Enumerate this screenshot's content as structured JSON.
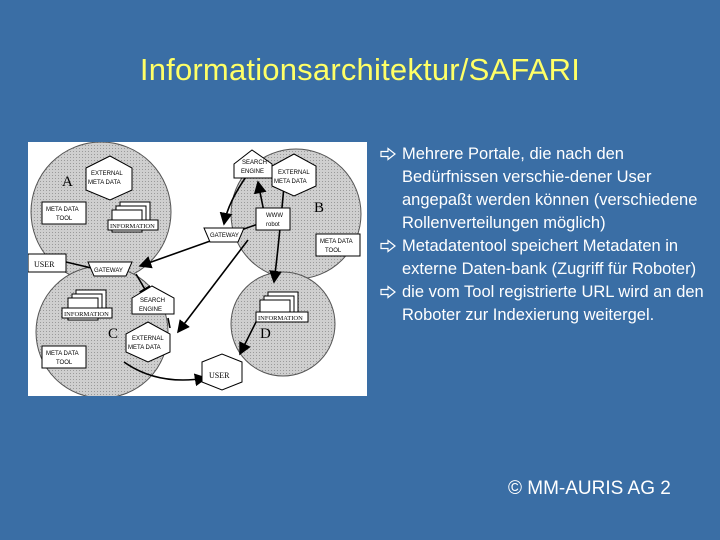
{
  "title": "Informationsarchitektur/SAFARI",
  "bullets": [
    "Mehrere Portale, die nach den Bedürfnissen verschie-dener User angepaßt werden können (verschiedene Rollenverteilungen möglich)",
    "Metadatentool speichert Metadaten in externe Daten-bank (Zugriff für Roboter)",
    "die vom Tool registrierte URL wird an den Roboter zur Indexierung weitergel."
  ],
  "footer": "© MM-AURIS AG 2",
  "icons": {
    "bullet": "hollow-right-arrow-icon"
  },
  "colors": {
    "background": "#3a6ea5",
    "title": "#ffff66",
    "text": "#ffffff",
    "circle": "#d3d3d3"
  },
  "diagram": {
    "region_a": "A",
    "region_b": "B",
    "region_c": "C",
    "region_d": "D",
    "ext_meta_a_1": "EXTERNAL",
    "ext_meta_a_2": "META DATA",
    "meta_tool_a_1": "META DATA",
    "meta_tool_a_2": "TOOL",
    "information_a": "INFORMATION",
    "search_engine_b_1": "SEARCH",
    "search_engine_b_2": "ENGINE",
    "ext_meta_b_1": "EXTERNAL",
    "ext_meta_b_2": "META DATA",
    "www_robot_1": "WWW",
    "www_robot_2": "robot",
    "gateway_top": "GATEWAY",
    "meta_tool_b_1": "META DATA",
    "meta_tool_b_2": "TOOL",
    "user_left": "USER",
    "gateway_mid": "GATEWAY",
    "search_engine_c_1": "SEARCH",
    "search_engine_c_2": "ENGINE",
    "information_c": "INFORMATION",
    "ext_meta_c_1": "EXTERNAL",
    "ext_meta_c_2": "META DATA",
    "meta_tool_c_1": "META DATA",
    "meta_tool_c_2": "TOOL",
    "information_d": "INFORMATION",
    "user_bottom": "USER"
  }
}
